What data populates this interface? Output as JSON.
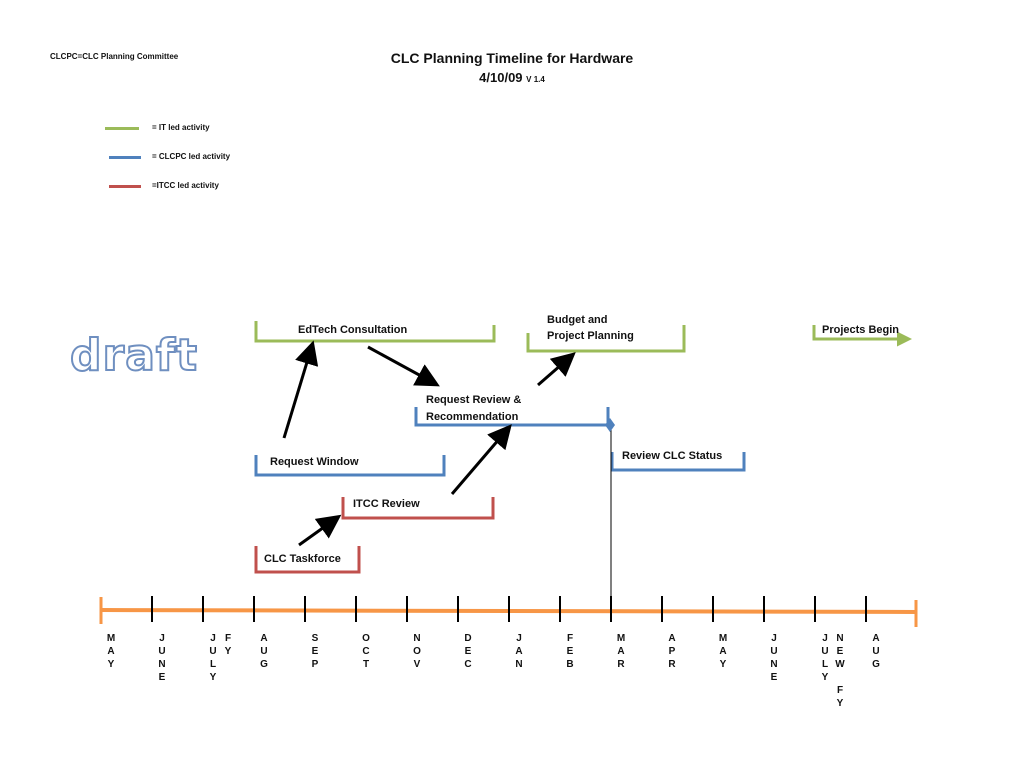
{
  "header": {
    "abbrev_note": "CLCPC=CLC Planning Committee",
    "title": "CLC Planning Timeline for Hardware",
    "date": "4/10/09",
    "version": "V 1.4"
  },
  "legend": [
    {
      "text": "= IT led activity",
      "color": "#9bbb59"
    },
    {
      "text": "= CLCPC led activity",
      "color": "#4f81bd"
    },
    {
      "text": "=ITCC led activity",
      "color": "#c0504d"
    }
  ],
  "watermark": "draft",
  "activities": {
    "edtech": "EdTech Consultation",
    "budget_line1": "Budget and",
    "budget_line2": "Project Planning",
    "projects_begin": "Projects Begin",
    "request_review_line1": "Request  Review &",
    "request_review_line2": "Recommendation",
    "review_clc": "Review CLC Status",
    "request_window": "Request Window",
    "itcc_review": "ITCC Review",
    "clc_taskforce": "CLC Taskforce"
  },
  "timeline": {
    "axis_color": "#f79646",
    "months": [
      "MAY",
      "JUNE",
      "JULY",
      "AUG",
      "SEP",
      "OCT",
      "NOV",
      "DEC",
      "JAN",
      "FEB",
      "MAR",
      "APR",
      "MAY",
      "JUNE",
      "JULY",
      "AUG"
    ],
    "fy_label": "FY",
    "new_fy_label": "NEW FY"
  }
}
